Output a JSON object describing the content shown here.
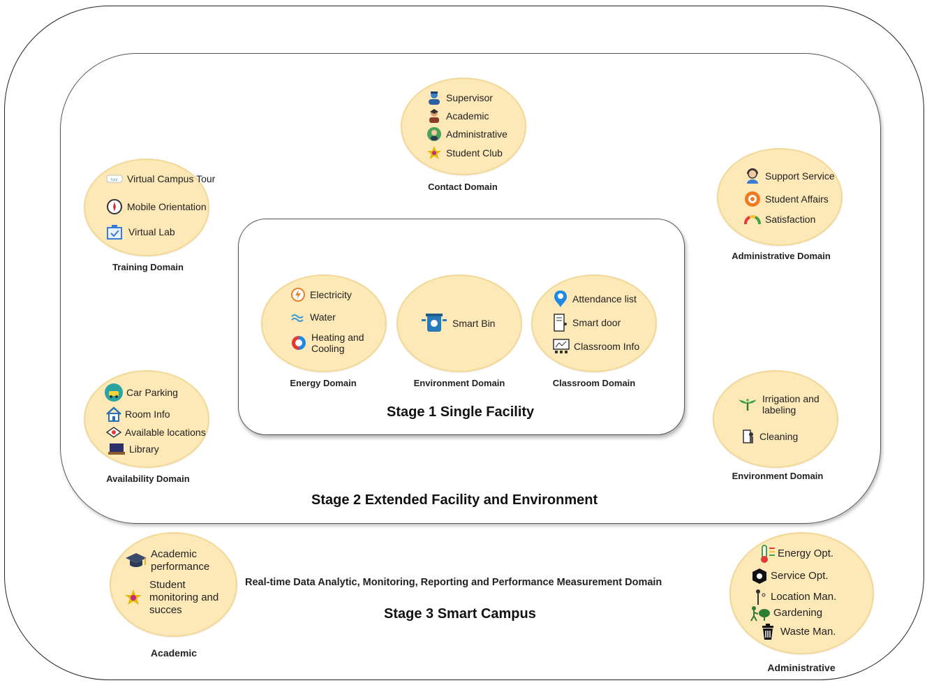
{
  "stages": {
    "stage1": "Stage 1 Single Facility",
    "stage2": "Stage 2 Extended Facility and Environment",
    "stage3": "Stage 3 Smart Campus"
  },
  "domains": {
    "contact": {
      "label": "Contact Domain",
      "items": [
        "Supervisor",
        "Academic",
        "Administrative",
        "Student Club"
      ]
    },
    "training": {
      "label": "Training Domain",
      "items": [
        "Virtual Campus Tour",
        "Mobile Orientation",
        "Virtual Lab"
      ]
    },
    "admin": {
      "label": "Administrative Domain",
      "items": [
        "Support Service",
        "Student Affairs",
        "Satisfaction"
      ]
    },
    "energy": {
      "label": "Energy Domain",
      "items": [
        "Electricity",
        "Water",
        "Heating and Cooling"
      ]
    },
    "environment1": {
      "label": "Environment Domain",
      "items": [
        "Smart Bin"
      ]
    },
    "classroom": {
      "label": "Classroom Domain",
      "items": [
        "Attendance list",
        "Smart door",
        "Classroom Info"
      ]
    },
    "availability": {
      "label": "Availability Domain",
      "items": [
        "Car Parking",
        "Room Info",
        "Available locations",
        "Library"
      ]
    },
    "environment2": {
      "label": "Environment Domain",
      "items": [
        "Irrigation and labeling",
        "Cleaning"
      ]
    },
    "academic3": {
      "label": "Academic",
      "items": [
        "Academic performance",
        "Student monitoring and succes"
      ]
    },
    "admin3": {
      "label": "Administrative",
      "items": [
        "Energy Opt.",
        "Service Opt.",
        "Location Man.",
        "Gardening",
        "Waste Man."
      ]
    }
  },
  "realtime_label": "Real-time Data Analytic, Monitoring, Reporting and Performance Measurement Domain",
  "icons": [
    "supervisor-icon",
    "academic-icon",
    "administrative-icon",
    "student-club-icon",
    "virtual-tour-icon",
    "compass-icon",
    "virtual-lab-icon",
    "support-service-icon",
    "student-affairs-icon",
    "satisfaction-gauge-icon",
    "electricity-icon",
    "water-icon",
    "heating-cooling-icon",
    "smart-bin-icon",
    "attendance-hand-icon",
    "smart-door-icon",
    "classroom-info-icon",
    "car-parking-icon",
    "room-info-icon",
    "location-icon",
    "library-icon",
    "irrigation-icon",
    "cleaning-icon",
    "graduation-cap-icon",
    "student-star-icon",
    "thermometer-icon",
    "service-icon",
    "location-pin-icon",
    "gardening-icon",
    "trash-icon"
  ]
}
